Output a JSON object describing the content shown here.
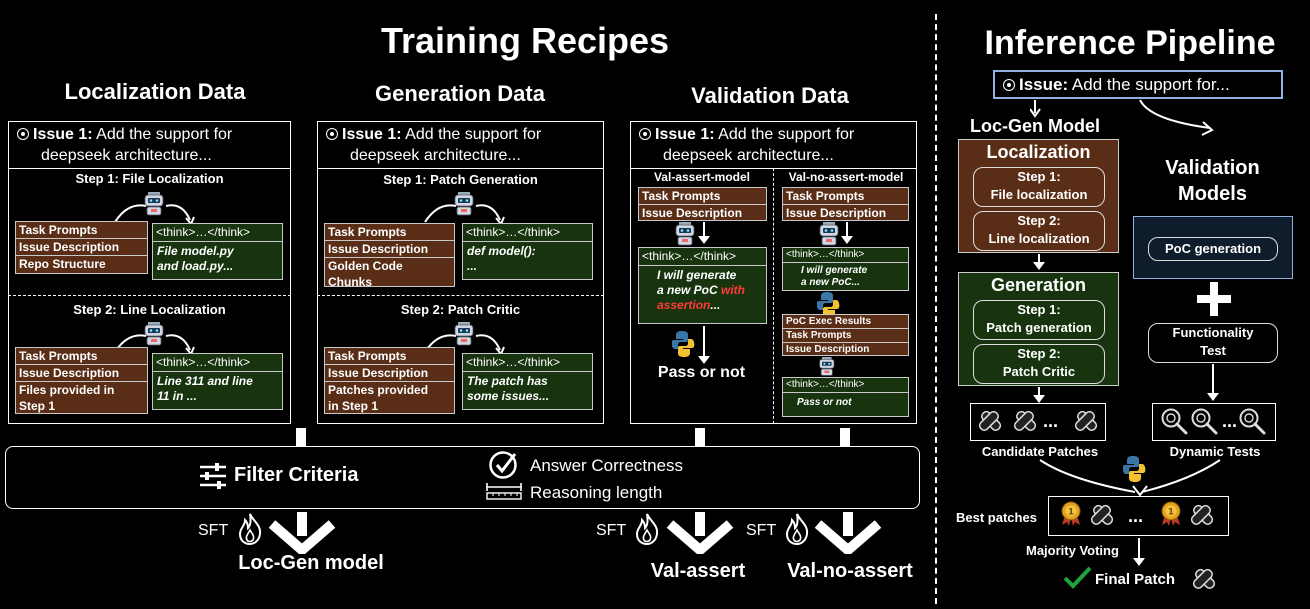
{
  "training_title": "Training Recipes",
  "inference_title": "Inference Pipeline",
  "localization": {
    "title": "Localization Data",
    "issue_label": "Issue 1:",
    "issue_text": " Add the support for",
    "issue_text2": "deepseek architecture...",
    "step1_title": "Step 1: File Localization",
    "step1_inputs": [
      "Task Prompts",
      "Issue Description",
      "Repo Structure"
    ],
    "step1_think": "<think>…</think>",
    "step1_out1": "File model.py",
    "step1_out2": "and load.py...",
    "step2_title": "Step 2: Line Localization",
    "step2_inputs": [
      "Task Prompts",
      "Issue Description",
      "Files provided in",
      "Step 1"
    ],
    "step2_think": "<think>…</think>",
    "step2_out1": "Line 311 and line",
    "step2_out2": "11 in ..."
  },
  "generation": {
    "title": "Generation Data",
    "issue_label": "Issue 1:",
    "issue_text": " Add the support for",
    "issue_text2": "deepseek architecture...",
    "step1_title": "Step 1: Patch Generation",
    "step1_inputs": [
      "Task Prompts",
      "Issue Description",
      "Golden Code",
      "Chunks"
    ],
    "step1_think": "<think>…</think>",
    "step1_out1": "def model():",
    "step1_out2": "...",
    "step2_title": "Step 2: Patch Critic",
    "step2_inputs": [
      "Task Prompts",
      "Issue Description",
      "Patches provided",
      "in Step 1"
    ],
    "step2_think": "<think>…</think>",
    "step2_out1": "The patch has",
    "step2_out2": "some issues..."
  },
  "validation": {
    "title": "Validation Data",
    "issue_label": "Issue 1:",
    "issue_text": " Add the support for",
    "issue_text2": "deepseek architecture...",
    "assert_title": "Val-assert-model",
    "noassert_title": "Val-no-assert-model",
    "inputs": [
      "Task Prompts",
      "Issue Description"
    ],
    "think": "<think>…</think>",
    "assert_out1": "I will generate",
    "assert_out2": "a new PoC ",
    "assert_out_red1": "with",
    "assert_out_red2": "assertion",
    "assert_out3": "...",
    "pass_or_not": "Pass or not",
    "noassert_out1": "I will generate",
    "noassert_out2": "a new PoC...",
    "noassert_inputs": [
      "PoC Exec Results",
      "Task Prompts",
      "Issue Description"
    ],
    "noassert_final": "Pass or not"
  },
  "filter": {
    "label": "Filter Criteria",
    "c1": "Answer Correctness",
    "c2": "Reasoning length"
  },
  "outputs": {
    "sft": "SFT",
    "locgen": "Loc-Gen model",
    "val_assert": "Val-assert",
    "val_noassert": "Val-no-assert"
  },
  "inference": {
    "issue_label": "Issue:",
    "issue_text": " Add the support for...",
    "locgen_label": "Loc-Gen Model",
    "val_models": "Validation",
    "val_models2": "Models",
    "localization": "Localization",
    "loc_step1a": "Step 1:",
    "loc_step1b": "File localization",
    "loc_step2a": "Step 2:",
    "loc_step2b": "Line localization",
    "generation": "Generation",
    "gen_step1a": "Step 1:",
    "gen_step1b": "Patch generation",
    "gen_step2a": "Step 2:",
    "gen_step2b": "Patch Critic",
    "poc": "PoC generation",
    "func1": "Functionality",
    "func2": "Test",
    "candidate": "Candidate Patches",
    "dynamic": "Dynamic Tests",
    "best": "Best patches",
    "dots": "...",
    "majority": "Majority Voting",
    "final": "Final Patch"
  },
  "colors": {
    "brown": "#5a2e16",
    "green": "#17340f",
    "navy": "#0e1c2c",
    "red": "#ff3b3b",
    "check": "#1fa33a"
  }
}
